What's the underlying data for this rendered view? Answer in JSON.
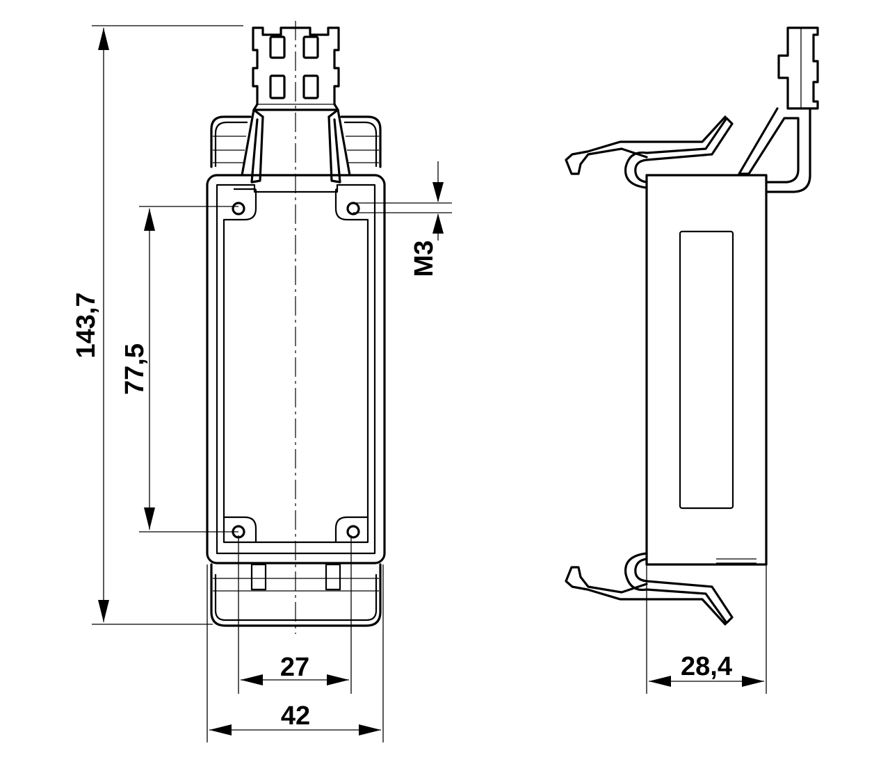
{
  "dimensions": {
    "overall_height": "143,7",
    "hole_spacing_vertical": "77,5",
    "thread": "M3",
    "hole_spacing_horizontal": "27",
    "housing_width": "42",
    "side_depth": "28,4"
  }
}
